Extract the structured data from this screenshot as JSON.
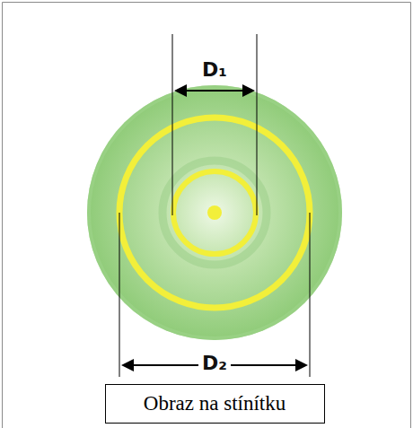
{
  "diagram": {
    "nodes": [
      {
        "text": [
          "Obraz na stínítku"
        ]
      }
    ],
    "labels": [
      "D₁",
      "D₂"
    ]
  }
}
